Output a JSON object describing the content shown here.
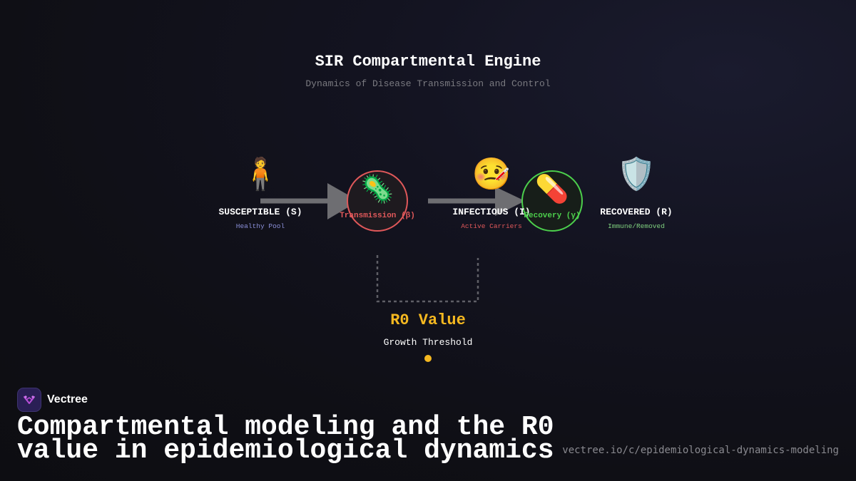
{
  "title": "SIR Compartmental Engine",
  "subtitle": "Dynamics of Disease Transmission and Control",
  "compartments": [
    {
      "label": "SUSCEPTIBLE (S)",
      "sublabel": "Healthy Pool",
      "icon": "🧍",
      "icon_name": "person-icon",
      "sub_color": "#8a8fd8"
    },
    {
      "label": "INFECTIOUS (I)",
      "sublabel": "Active Carriers",
      "icon": "🤒",
      "icon_name": "sick-face-icon",
      "sub_color": "#e0585a"
    },
    {
      "label": "RECOVERED (R)",
      "sublabel": "Immune/Removed",
      "icon": "🛡️",
      "icon_name": "shield-icon",
      "sub_color": "#7fd07f"
    }
  ],
  "rates": [
    {
      "label": "Transmission (β)",
      "icon": "🦠",
      "icon_name": "virus-icon",
      "color": "#e0585a"
    },
    {
      "label": "Recovery (γ)",
      "icon": "💊",
      "icon_name": "pill-icon",
      "color": "#4ccf4c"
    }
  ],
  "r0": {
    "title": "R0 Value",
    "subtitle": "Growth Threshold",
    "color": "#f5b820"
  },
  "brand": {
    "name": "Vectree"
  },
  "headline": "Compartmental modeling and the R0 value in epidemiological dynamics",
  "url": "vectree.io/c/epidemiological-dynamics-modeling"
}
